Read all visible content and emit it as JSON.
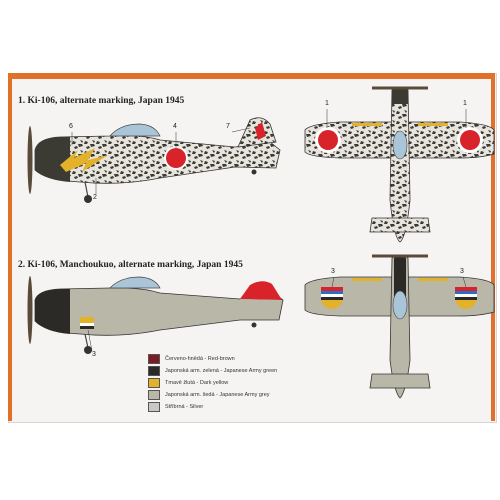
{
  "titles": {
    "plate1": "1. Ki-106, alternate marking, Japan 1945",
    "plate2": "2. Ki-106, Manchoukuo, alternate marking, Japan 1945"
  },
  "callouts": {
    "c1a": "1",
    "c1b": "1",
    "c2": "2",
    "c3a": "3",
    "c3b": "3",
    "c3c": "3",
    "c4": "4",
    "c6": "6",
    "c7": "7"
  },
  "legend": [
    {
      "label": "Červeno-hnědá - Red-brown",
      "color": "#7a1c24"
    },
    {
      "label": "Japonská arm. zelená - Japanese Army green",
      "color": "#2b2a26"
    },
    {
      "label": "Tmavě žlutá - Dark yellow",
      "color": "#e3b22a"
    },
    {
      "label": "Japonská arm. šedá - Japanese Army grey",
      "color": "#b9b8a8"
    },
    {
      "label": "Stříbrná - Silver",
      "color": "#c8c8c8"
    }
  ],
  "colors": {
    "frame_orange": "#e0702a",
    "hinomaru_red": "#d8232a",
    "army_grey": "#b9b8a8",
    "army_green": "#2b2a26",
    "dark_yellow": "#e3b22a",
    "red_brown": "#7a1c24"
  }
}
